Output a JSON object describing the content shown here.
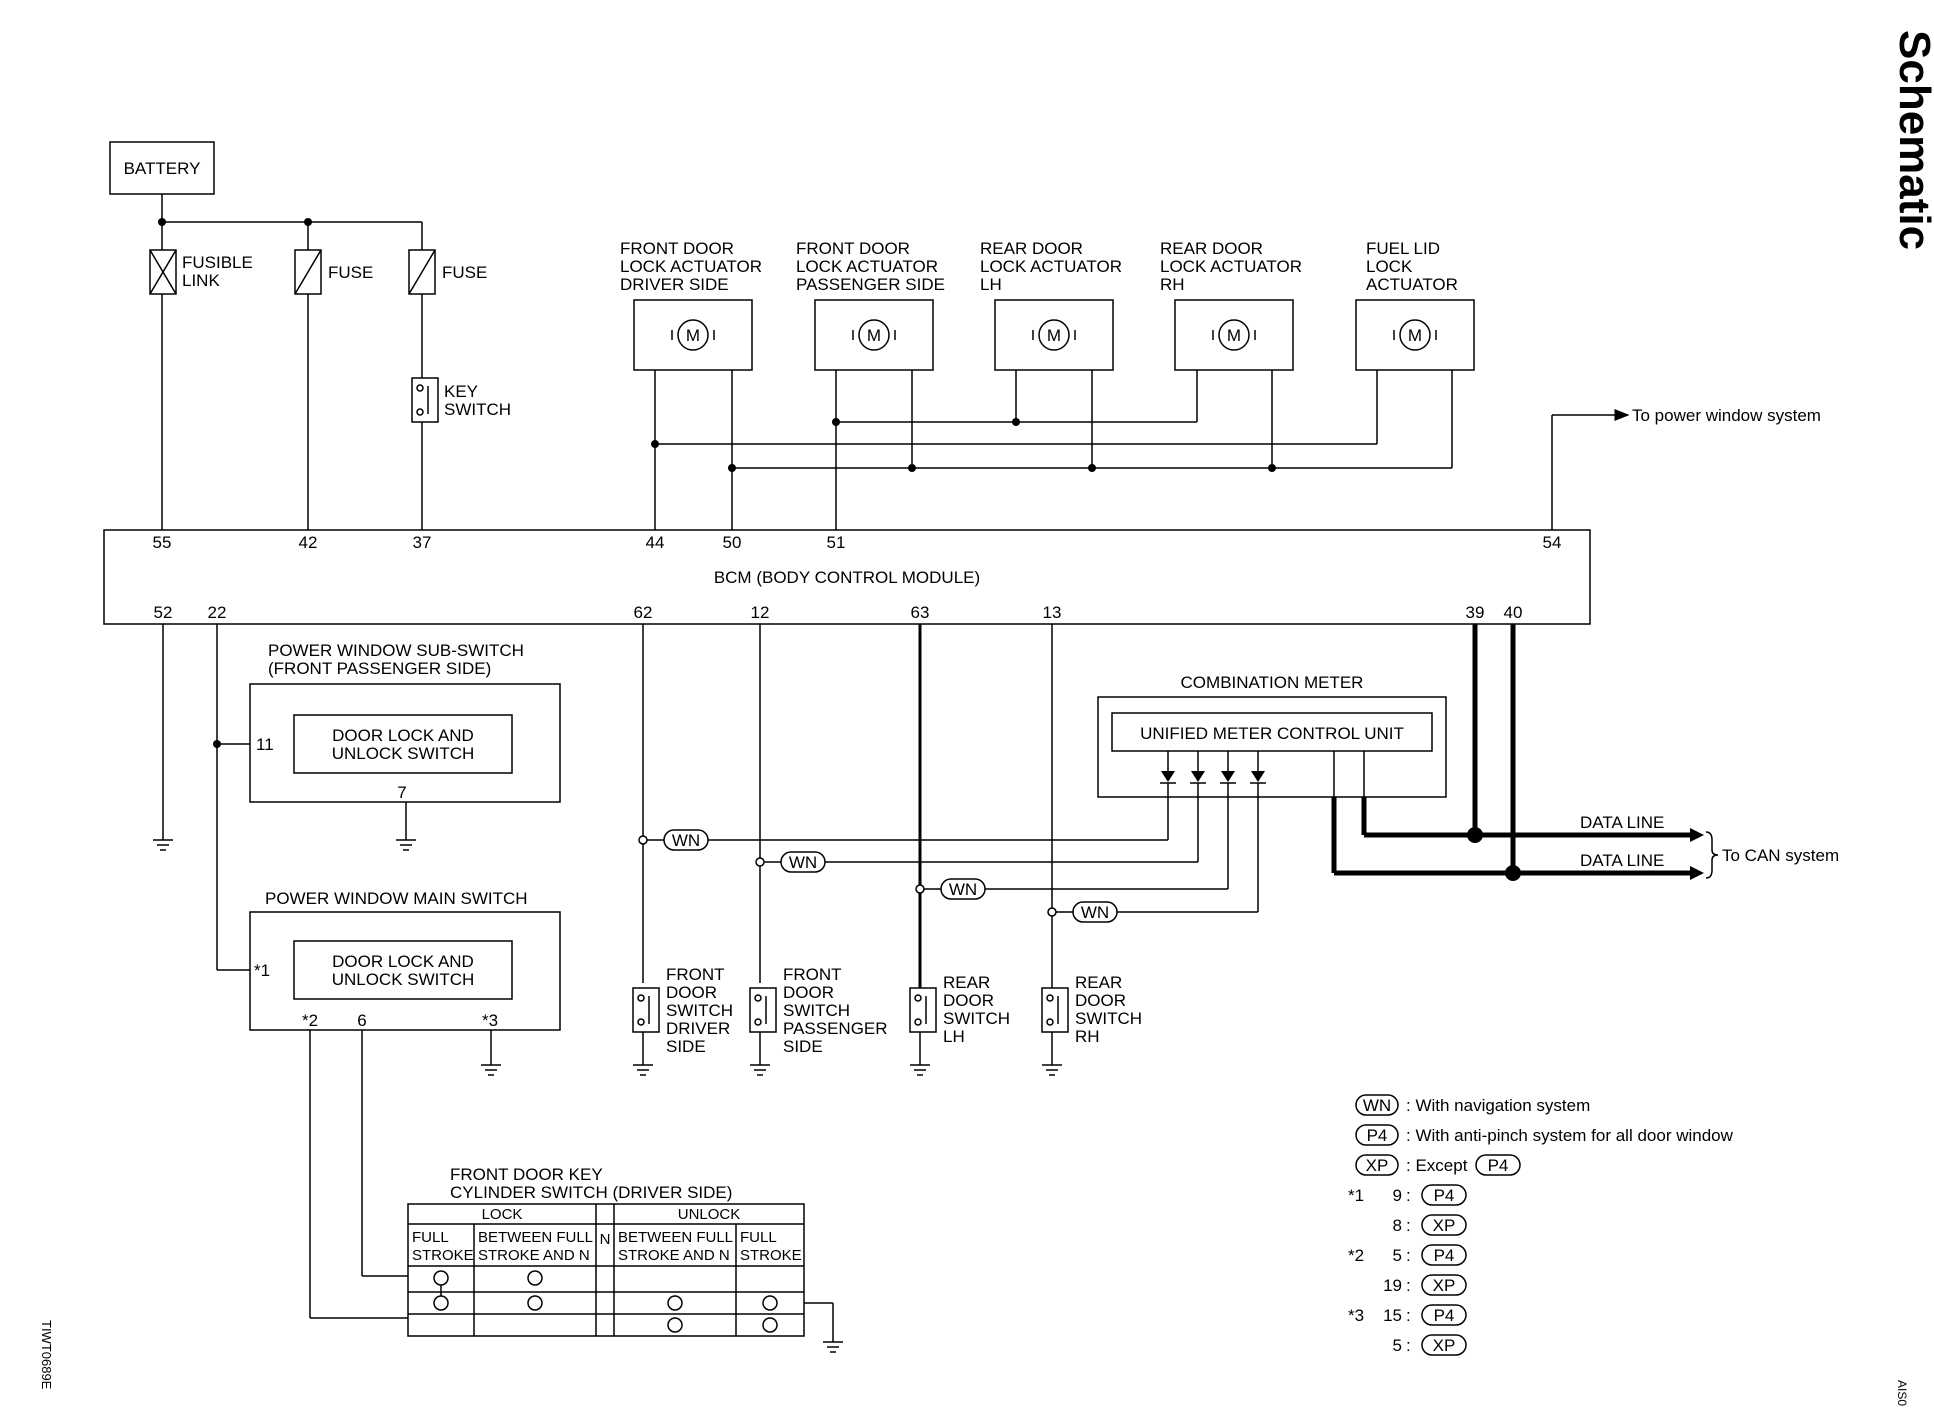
{
  "page_title": "Schematic",
  "figure_code": "TIWT0689E",
  "corner_code": "AIS0",
  "battery": "BATTERY",
  "fusible_link": [
    "FUSIBLE",
    "LINK"
  ],
  "fuse1": "FUSE",
  "fuse2": "FUSE",
  "key_switch": [
    "KEY",
    "SWITCH"
  ],
  "actuators": [
    {
      "lines": [
        "FRONT DOOR",
        "LOCK ACTUATOR",
        "DRIVER SIDE"
      ],
      "symbol": "M"
    },
    {
      "lines": [
        "FRONT DOOR",
        "LOCK ACTUATOR",
        "PASSENGER SIDE"
      ],
      "symbol": "M"
    },
    {
      "lines": [
        "REAR DOOR",
        "LOCK ACTUATOR",
        "LH"
      ],
      "symbol": "M"
    },
    {
      "lines": [
        "REAR DOOR",
        "LOCK ACTUATOR",
        "RH"
      ],
      "symbol": "M"
    },
    {
      "lines": [
        "FUEL LID",
        "LOCK",
        "ACTUATOR"
      ],
      "symbol": "M"
    }
  ],
  "to_power_window": "To power window system",
  "bcm": {
    "label": "BCM (BODY CONTROL MODULE)",
    "top_pins": [
      "55",
      "42",
      "37",
      "44",
      "50",
      "51",
      "54"
    ],
    "bottom_pins": [
      "52",
      "22",
      "62",
      "12",
      "63",
      "13",
      "39",
      "40"
    ]
  },
  "sub_switch": {
    "title": [
      "POWER WINDOW SUB-SWITCH",
      "(FRONT PASSENGER SIDE)"
    ],
    "inner": [
      "DOOR LOCK AND",
      "UNLOCK SWITCH"
    ],
    "pin_left": "11",
    "pin_bottom": "7"
  },
  "main_switch": {
    "title": "POWER WINDOW MAIN SWITCH",
    "inner": [
      "DOOR LOCK AND",
      "UNLOCK SWITCH"
    ],
    "pin_left": "*1",
    "pin_b1": "*2",
    "pin_b2": "6",
    "pin_b3": "*3"
  },
  "combination_meter": {
    "title": "COMBINATION METER",
    "inner": "UNIFIED METER CONTROL UNIT"
  },
  "data_line_1": "DATA LINE",
  "data_line_2": "DATA LINE",
  "to_can": "To CAN system",
  "wn_tag": "WN",
  "door_switches": [
    [
      "FRONT",
      "DOOR",
      "SWITCH",
      "DRIVER",
      "SIDE"
    ],
    [
      "FRONT",
      "DOOR",
      "SWITCH",
      "PASSENGER",
      "SIDE"
    ],
    [
      "REAR",
      "DOOR",
      "SWITCH",
      "LH"
    ],
    [
      "REAR",
      "DOOR",
      "SWITCH",
      "RH"
    ]
  ],
  "key_cylinder": {
    "title": [
      "FRONT DOOR KEY",
      "CYLINDER SWITCH (DRIVER SIDE)"
    ],
    "lock": "LOCK",
    "unlock": "UNLOCK",
    "n": "N",
    "col1": [
      "FULL",
      "STROKE"
    ],
    "col2": [
      "BETWEEN FULL",
      "STROKE AND N"
    ],
    "col3": [
      "BETWEEN FULL",
      "STROKE AND N"
    ],
    "col4": [
      "FULL",
      "STROKE"
    ]
  },
  "legend": {
    "wn_tag": "WN",
    "wn_text": ": With navigation system",
    "p4_tag": "P4",
    "p4_text": ": With anti-pinch system for all door window",
    "xp_tag": "XP",
    "xp_text": ": Except",
    "xp_ref": "P4",
    "notes": [
      {
        "mark": "*1",
        "pin": "9",
        "tag": "P4"
      },
      {
        "mark": "",
        "pin": "8",
        "tag": "XP"
      },
      {
        "mark": "*2",
        "pin": "5",
        "tag": "P4"
      },
      {
        "mark": "",
        "pin": "19",
        "tag": "XP"
      },
      {
        "mark": "*3",
        "pin": "15",
        "tag": "P4"
      },
      {
        "mark": "",
        "pin": "5",
        "tag": "XP"
      }
    ]
  }
}
